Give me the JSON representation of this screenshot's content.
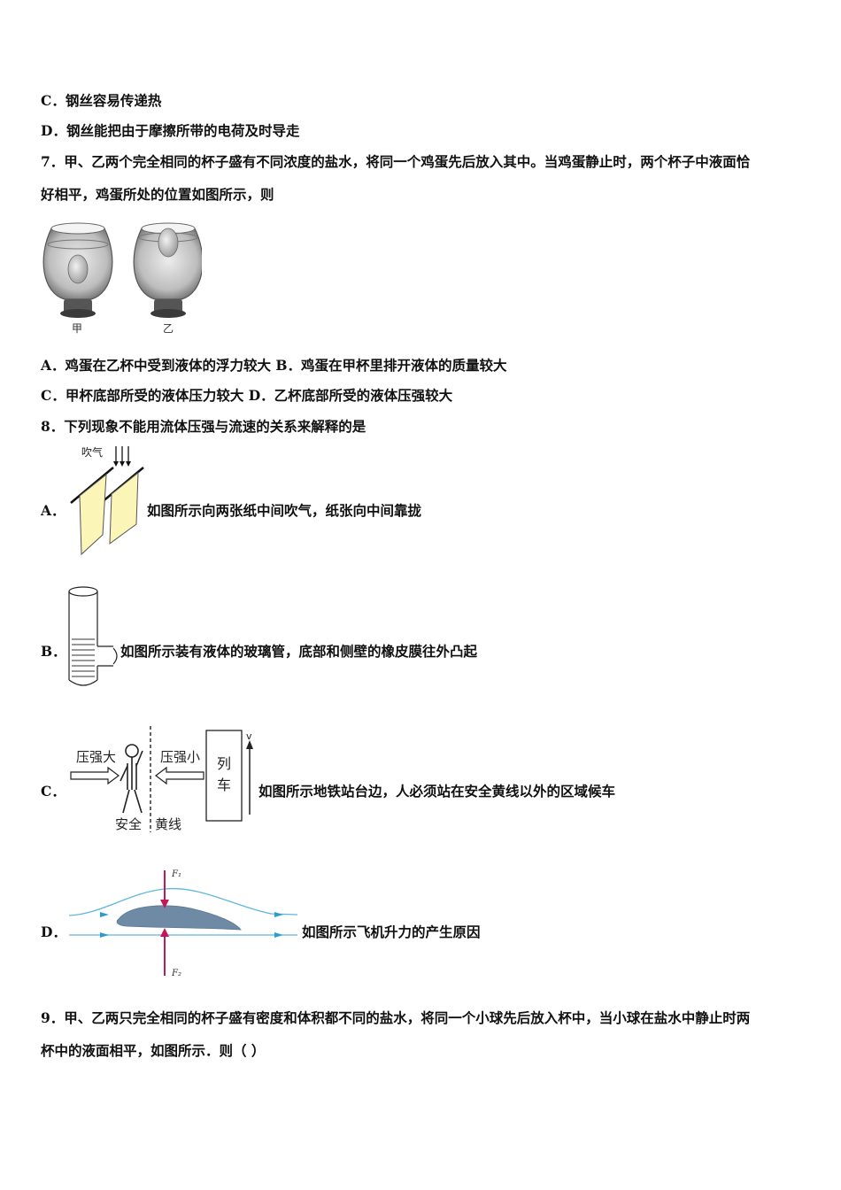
{
  "q6": {
    "option_c": "C．钢丝容易传递热",
    "option_d": "D．钢丝能把由于摩擦所带的电荷及时导走"
  },
  "q7": {
    "stem_line1": "7．甲、乙两个完全相同的杯子盛有不同浓度的盐水，将同一个鸡蛋先后放入其中。当鸡蛋静止时，两个杯子中液面恰",
    "stem_line2": "好相平，鸡蛋所处的位置如图所示，则",
    "cup_labels": [
      "甲",
      "乙"
    ],
    "options_line1": "A．鸡蛋在乙杯中受到液体的浮力较大    B．鸡蛋在甲杯里排开液体的质量较大",
    "options_line2": "C．甲杯底部所受的液体压力较大    D．乙杯底部所受的液体压强较大"
  },
  "q8": {
    "stem": "8．下列现象不能用流体压强与流速的关系来解释的是",
    "a_letter": "A．",
    "a_text": "如图所示向两张纸中间吹气，纸张向中间靠拢",
    "a_fig_label": "吹气",
    "b_letter": "B．",
    "b_text": "如图所示装有液体的玻璃管，底部和侧壁的橡皮膜往外凸起",
    "c_letter": "C．",
    "c_text": "如图所示地铁站台边，人必须站在安全黄线以外的区域候车",
    "c_fig": {
      "left_label": "压强大",
      "right_label": "压强小",
      "train_char1": "列",
      "train_char2": "车",
      "v": "v",
      "safe": "安全",
      "yellow_line": "黄线"
    },
    "d_letter": "D．",
    "d_text": "如图所示飞机升力的产生原因",
    "d_fig": {
      "f1": "F₁",
      "f2": "F₂"
    }
  },
  "q9": {
    "stem_line1": "9．甲、乙两只完全相同的杯子盛有密度和体积都不同的盐水，将同一个小球先后放入杯中，当小球在盐水中静止时两",
    "stem_line2": "杯中的液面相平，如图所示．则（ ）"
  }
}
